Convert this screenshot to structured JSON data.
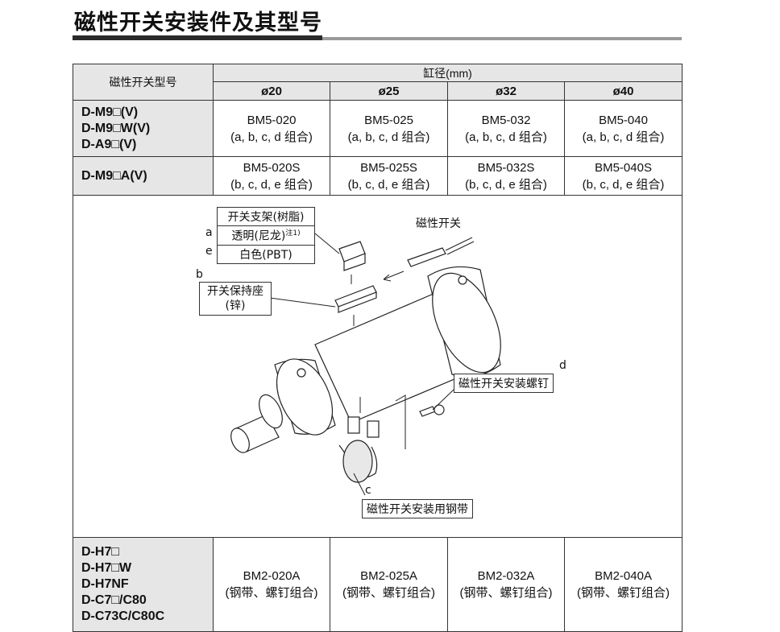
{
  "title": "磁性开关安装件及其型号",
  "table": {
    "model_header": "磁性开关型号",
    "bore_header": "缸径(mm)",
    "bores": [
      "ø20",
      "ø25",
      "ø32",
      "ø40"
    ],
    "rows": [
      {
        "models": [
          "D-M9□(V)",
          "D-M9□W(V)",
          "D-A9□(V)"
        ],
        "cells": [
          {
            "part": "BM5-020",
            "combo": "(a, b, c, d 组合)"
          },
          {
            "part": "BM5-025",
            "combo": "(a, b, c, d 组合)"
          },
          {
            "part": "BM5-032",
            "combo": "(a, b, c, d 组合)"
          },
          {
            "part": "BM5-040",
            "combo": "(a, b, c, d 组合)"
          }
        ]
      },
      {
        "models": [
          "D-M9□A(V)"
        ],
        "cells": [
          {
            "part": "BM5-020S",
            "combo": "(b, c, d, e 组合)"
          },
          {
            "part": "BM5-025S",
            "combo": "(b, c, d, e 组合)"
          },
          {
            "part": "BM5-032S",
            "combo": "(b, c, d, e 组合)"
          },
          {
            "part": "BM5-040S",
            "combo": "(b, c, d, e 组合)"
          }
        ]
      },
      {
        "models": [
          "D-H7□",
          "D-H7□W",
          "D-H7NF",
          "D-C7□/C80",
          "D-C73C/C80C"
        ],
        "cells": [
          {
            "part": "BM2-020A",
            "combo": "(钢带、螺钉组合)"
          },
          {
            "part": "BM2-025A",
            "combo": "(钢带、螺钉组合)"
          },
          {
            "part": "BM2-032A",
            "combo": "(钢带、螺钉组合)"
          },
          {
            "part": "BM2-040A",
            "combo": "(钢带、螺钉组合)"
          }
        ]
      }
    ]
  },
  "figure": {
    "bracket_title": "开关支架(树脂)",
    "bracket_a_letter": "a",
    "bracket_a_text": "透明(尼龙)",
    "bracket_a_note": "注1)",
    "bracket_e_letter": "e",
    "bracket_e_text": "白色(PBT)",
    "holder_letter": "b",
    "holder_line1": "开关保持座",
    "holder_line2": "(锌)",
    "switch_label": "磁性开关",
    "screw_letter": "d",
    "screw_label": "磁性开关安装螺钉",
    "band_letter": "c",
    "band_label": "磁性开关安装用钢带"
  }
}
